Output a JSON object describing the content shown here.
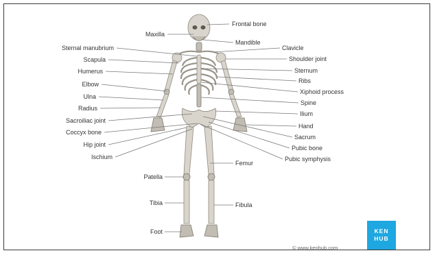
{
  "labels": {
    "frontal_bone": "Frontal bone",
    "maxilla": "Maxilla",
    "mandible": "Mandible",
    "sternal_manubrium": "Sternal manubrium",
    "clavicle": "Clavicle",
    "scapula": "Scapula",
    "shoulder_joint": "Shoulder joint",
    "humerus": "Humerus",
    "sternum": "Sternum",
    "elbow": "Elbow",
    "ribs": "Ribs",
    "ulna": "Ulna",
    "xiphoid_process": "Xiphoid process",
    "radius": "Radius",
    "spine": "Spine",
    "sacroiliac_joint": "Sacroiliac joint",
    "ilium": "Ilium",
    "coccyx_bone": "Coccyx bone",
    "hand": "Hand",
    "hip_joint": "Hip joint",
    "sacrum": "Sacrum",
    "ischium": "Ischium",
    "pubic_bone": "Pubic bone",
    "pubic_symphysis": "Pubic symphysis",
    "femur": "Femur",
    "patella": "Patella",
    "tibia": "Tibia",
    "fibula": "Fibula",
    "foot": "Foot"
  },
  "logo": {
    "line1": "KEN",
    "line2": "HUB",
    "color": "#1ea7e0"
  },
  "credit": "© www.kenhub.com"
}
